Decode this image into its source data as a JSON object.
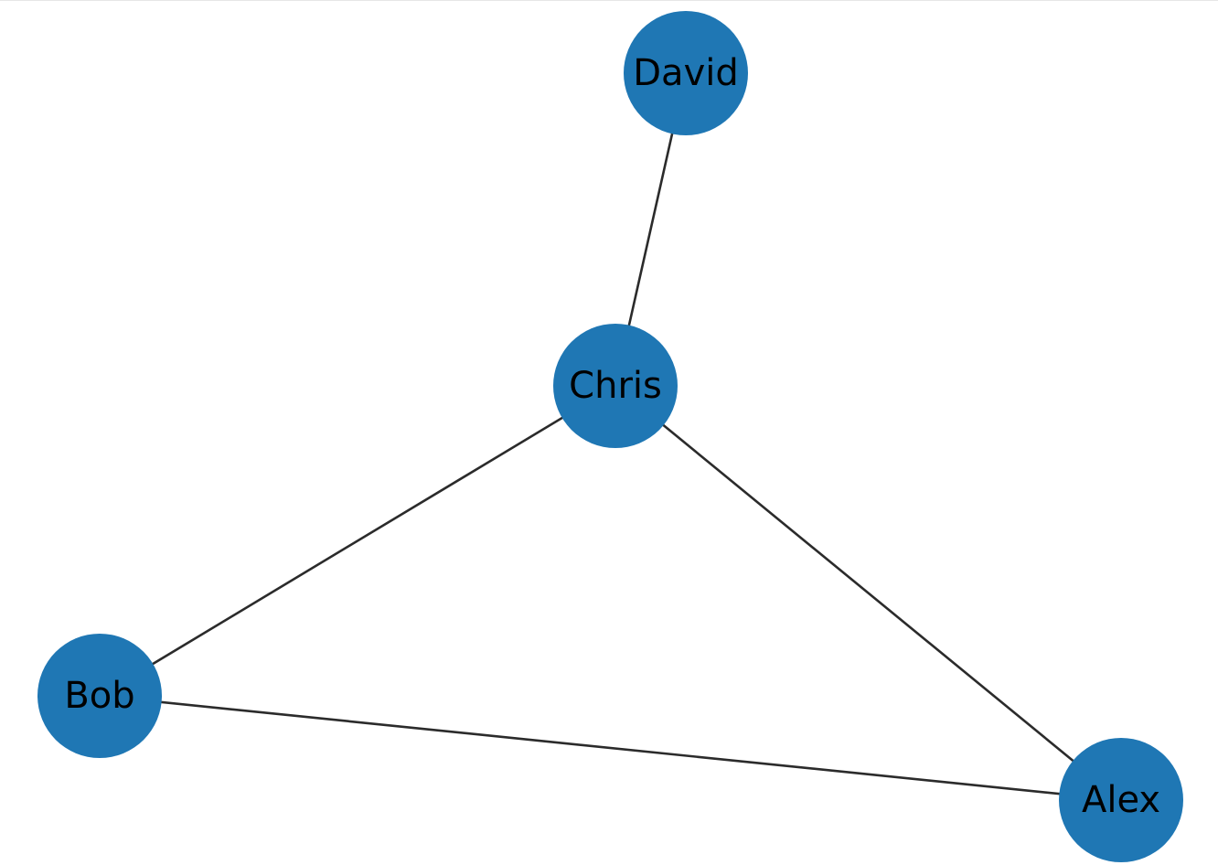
{
  "graph": {
    "node_color": "#1f77b4",
    "edge_color": "#2b2b2b",
    "label_color": "#000000",
    "nodes": [
      {
        "id": "David",
        "label": "David"
      },
      {
        "id": "Chris",
        "label": "Chris"
      },
      {
        "id": "Bob",
        "label": "Bob"
      },
      {
        "id": "Alex",
        "label": "Alex"
      }
    ],
    "edges": [
      {
        "source": "David",
        "target": "Chris"
      },
      {
        "source": "Chris",
        "target": "Bob"
      },
      {
        "source": "Chris",
        "target": "Alex"
      },
      {
        "source": "Bob",
        "target": "Alex"
      }
    ]
  }
}
